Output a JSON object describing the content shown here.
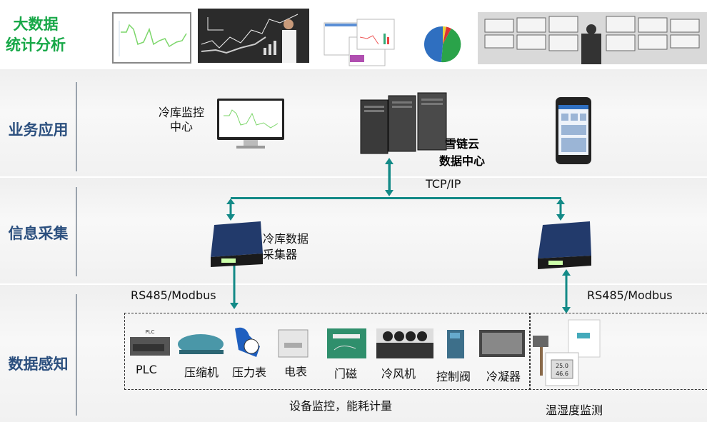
{
  "rows": {
    "bigdata": "大数据\n统计分析",
    "bigdata_line1": "大数据",
    "bigdata_line2": "统计分析",
    "business": "业务应用",
    "collection": "信息采集",
    "sensing": "数据感知"
  },
  "business": {
    "monitor_center_line1": "冷库监控",
    "monitor_center_line2": "中心",
    "datacenter_line1": "雪链云",
    "datacenter_line2": "数据中心"
  },
  "network": {
    "protocol": "TCP/IP"
  },
  "collection": {
    "collector_line1": "冷库数据",
    "collector_line2": "采集器",
    "left_bus": "RS485/Modbus",
    "right_bus": "RS485/Modbus"
  },
  "devices": {
    "items": [
      {
        "label": "PLC"
      },
      {
        "label": "压缩机"
      },
      {
        "label": "压力表"
      },
      {
        "label": "电表"
      },
      {
        "label": "门磁"
      },
      {
        "label": "冷风机"
      },
      {
        "label": "控制阀"
      },
      {
        "label": "冷凝器"
      }
    ],
    "group_caption": "设备监控，能耗计量",
    "sensor_caption": "温湿度监测",
    "plc_tag": "PLC"
  },
  "colors": {
    "accent": "#138a87",
    "row_label": "#2b4f7e",
    "highlight": "#18a848"
  }
}
